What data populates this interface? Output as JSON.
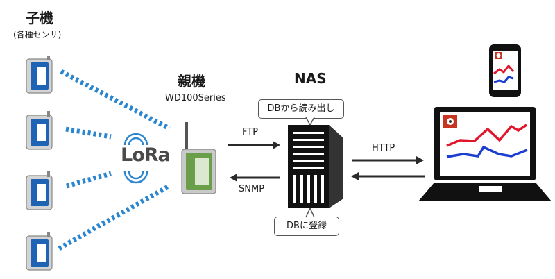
{
  "sensors": {
    "title": "子機",
    "subtitle": "(各種センサ)",
    "count": 4
  },
  "lora": {
    "logo_text": "LoRa",
    "icon": "lora-wireless-logo"
  },
  "gateway": {
    "title": "親機",
    "model": "WD100Series"
  },
  "nas": {
    "title": "NAS",
    "read_callout": "DBから読み出し",
    "register_callout": "DBに登録"
  },
  "protocols": {
    "ftp": "FTP",
    "snmp": "SNMP",
    "http": "HTTP"
  },
  "clients": {
    "phone_icon": "smartphone-icon",
    "laptop_icon": "laptop-icon"
  },
  "colors": {
    "sensor_blue": "#1f63b5",
    "sensor_green": "#6b9e4a",
    "wave_blue": "#2b86d0",
    "chart_red": "#e2162b",
    "chart_blue": "#1a3ecf"
  }
}
